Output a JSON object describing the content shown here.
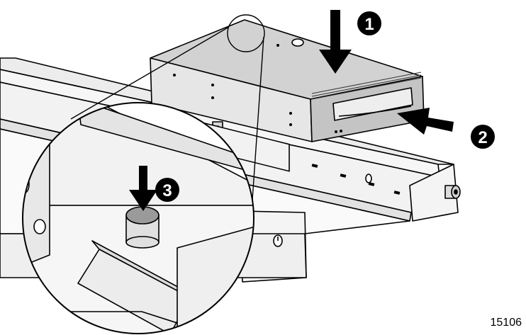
{
  "figure": {
    "id_label": "15106",
    "colors": {
      "line": "#000000",
      "metal_light": "#e6e6e6",
      "metal_mid": "#cfcfcf",
      "metal_dark": "#9a9a9a",
      "callout_fill": "#000000",
      "callout_text": "#ffffff"
    },
    "callouts": [
      {
        "number": "1",
        "meaning": "press-down-arrow"
      },
      {
        "number": "2",
        "meaning": "push-in-arrow"
      },
      {
        "number": "3",
        "meaning": "push-button-arrow"
      }
    ]
  }
}
